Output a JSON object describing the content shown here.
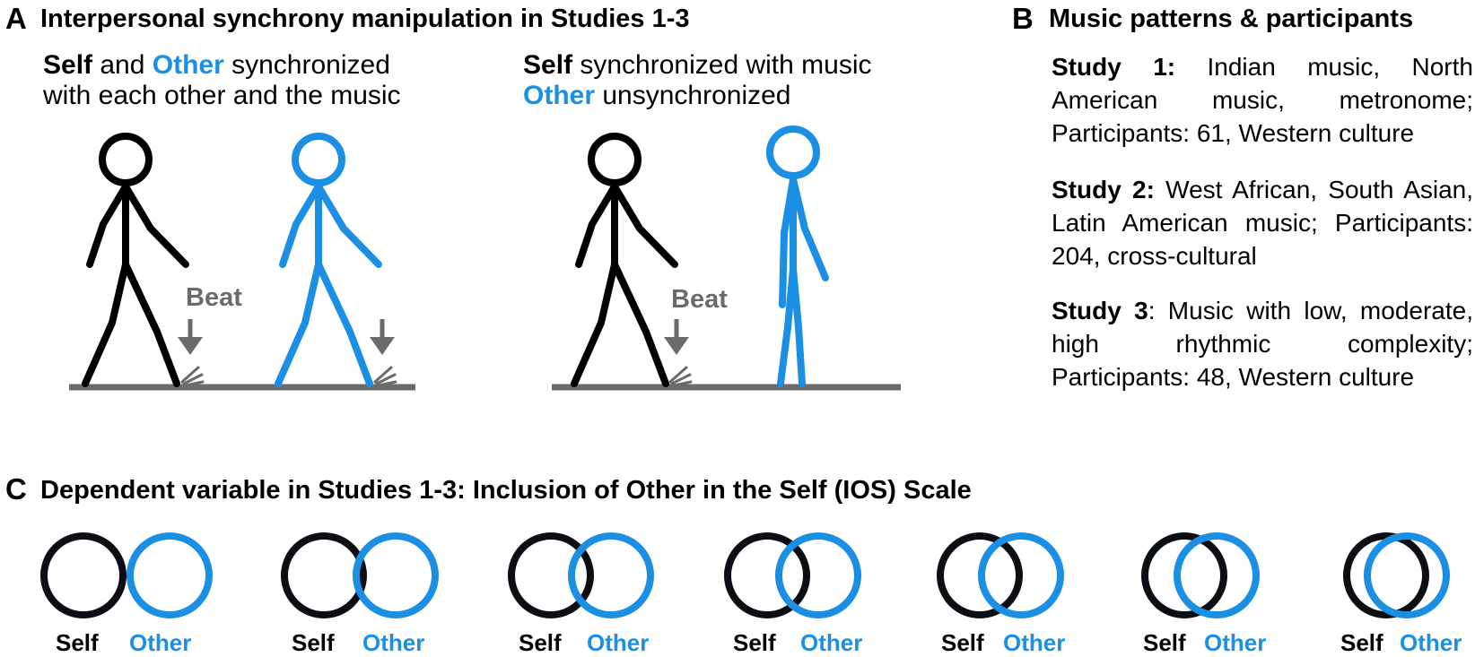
{
  "panel_a": {
    "letter": "A",
    "title": "Interpersonal synchrony manipulation in Studies 1-3",
    "left_caption": {
      "self": "Self",
      "mid1": " and ",
      "other": "Other",
      "mid2": " synchronized",
      "line2": "with each other and the music"
    },
    "right_caption": {
      "self": "Self",
      "line1_rest": " synchronized with music",
      "other": "Other",
      "line2_rest": " unsynchronized"
    },
    "beat_label": "Beat"
  },
  "panel_b": {
    "letter": "B",
    "title": "Music patterns & participants",
    "studies": [
      {
        "label": "Study 1:",
        "text": " Indian music, North American music, metronome; Participants: 61, Western culture"
      },
      {
        "label": "Study 2:",
        "text": " West African, South Asian, Latin American music; Participants: 204, cross-cultural"
      },
      {
        "label": "Study 3",
        "text": ": Music with low, moderate, high rhythmic complexity; Participants: 48, Western culture"
      }
    ]
  },
  "panel_c": {
    "letter": "C",
    "title": "Dependent variable in Studies 1-3: Inclusion of Other in the Self (IOS) Scale",
    "self_label": "Self",
    "other_label": "Other",
    "overlap_levels": [
      1,
      2,
      3,
      4,
      5,
      6,
      7
    ]
  },
  "colors": {
    "self": "#0b0f14",
    "other": "#1a8fe3",
    "ground": "#6b6b6b",
    "beat": "#6b6b6b"
  }
}
